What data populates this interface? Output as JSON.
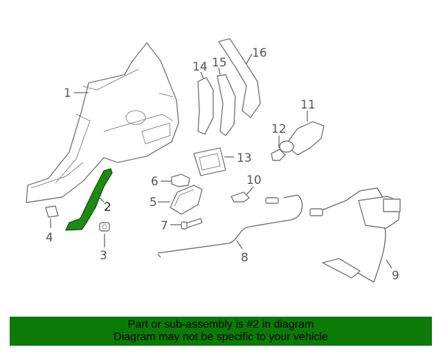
{
  "callouts": [
    {
      "id": "1",
      "text": "1"
    },
    {
      "id": "2",
      "text": "2"
    },
    {
      "id": "3",
      "text": "3"
    },
    {
      "id": "4",
      "text": "4"
    },
    {
      "id": "5",
      "text": "5"
    },
    {
      "id": "6",
      "text": "6"
    },
    {
      "id": "7",
      "text": "7"
    },
    {
      "id": "8",
      "text": "8"
    },
    {
      "id": "9",
      "text": "9"
    },
    {
      "id": "10",
      "text": "10"
    },
    {
      "id": "11",
      "text": "11"
    },
    {
      "id": "12",
      "text": "12"
    },
    {
      "id": "13",
      "text": "13"
    },
    {
      "id": "14",
      "text": "14"
    },
    {
      "id": "15",
      "text": "15"
    },
    {
      "id": "16",
      "text": "16"
    }
  ],
  "banner": {
    "line1": "Part or sub-assembly is #2 in diagram",
    "line2": "Diagram may not be specific to your vehicle"
  },
  "colors": {
    "highlight": "#1e8a14",
    "banner_bg": "#0b7a06"
  }
}
